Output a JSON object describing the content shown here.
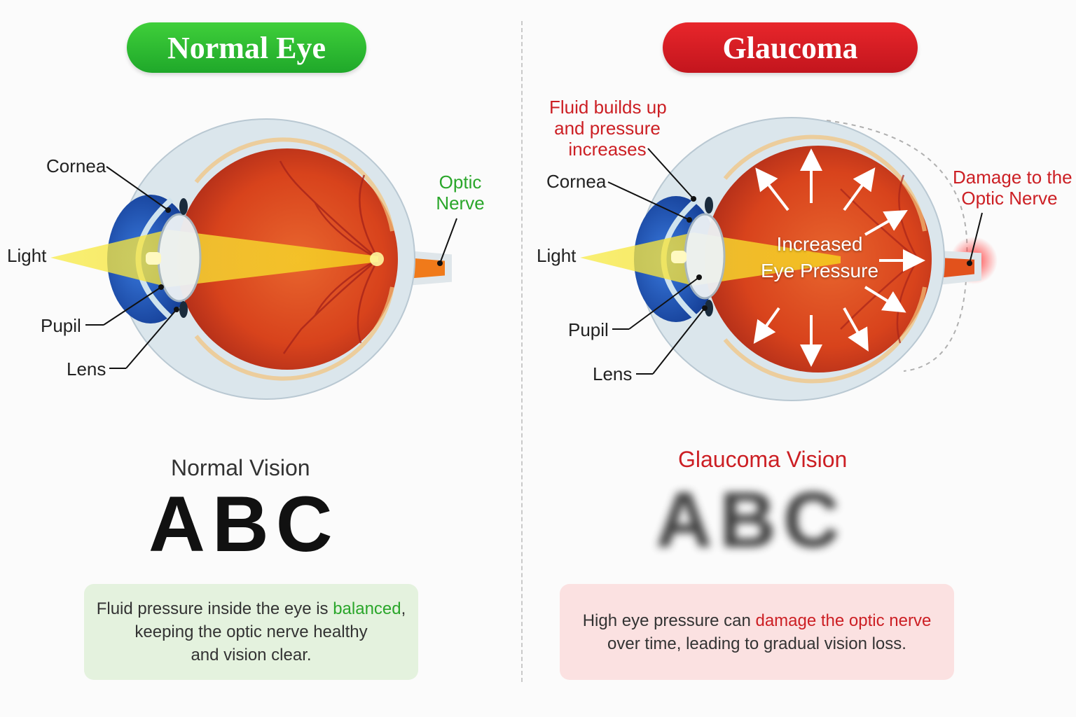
{
  "normal": {
    "title": "Normal Eye",
    "labels": {
      "cornea": "Cornea",
      "light": "Light",
      "pupil": "Pupil",
      "lens": "Lens",
      "optic_nerve_line1": "Optic",
      "optic_nerve_line2": "Nerve"
    },
    "vision_title": "Normal Vision",
    "vision_letters": "ABC",
    "note": {
      "part1": "Fluid pressure inside the eye is ",
      "highlight": "balanced",
      "part2": ",",
      "line2": "keeping the optic nerve healthy",
      "line3": "and vision clear."
    }
  },
  "glaucoma": {
    "title": "Glaucoma",
    "labels": {
      "fluid_line1": "Fluid builds up",
      "fluid_line2": "and pressure",
      "fluid_line3": "increases",
      "cornea": "Cornea",
      "light": "Light",
      "pupil": "Pupil",
      "lens": "Lens",
      "pressure_line1": "Increased",
      "pressure_line2": "Eye Pressure",
      "damage_line1": "Damage to the",
      "damage_line2": "Optic Nerve"
    },
    "vision_title": "Glaucoma Vision",
    "vision_letters": "ABC",
    "note": {
      "part1": "High eye pressure can ",
      "highlight": "damage the optic nerve",
      "line2": "over time, leading to gradual vision loss."
    }
  },
  "colors": {
    "normal_accent": "#2aa62a",
    "glaucoma_accent": "#cc1f24",
    "eye_interior": "#d9441d",
    "iris": "#1f4fb0",
    "light_beam": "#f5e63a"
  }
}
